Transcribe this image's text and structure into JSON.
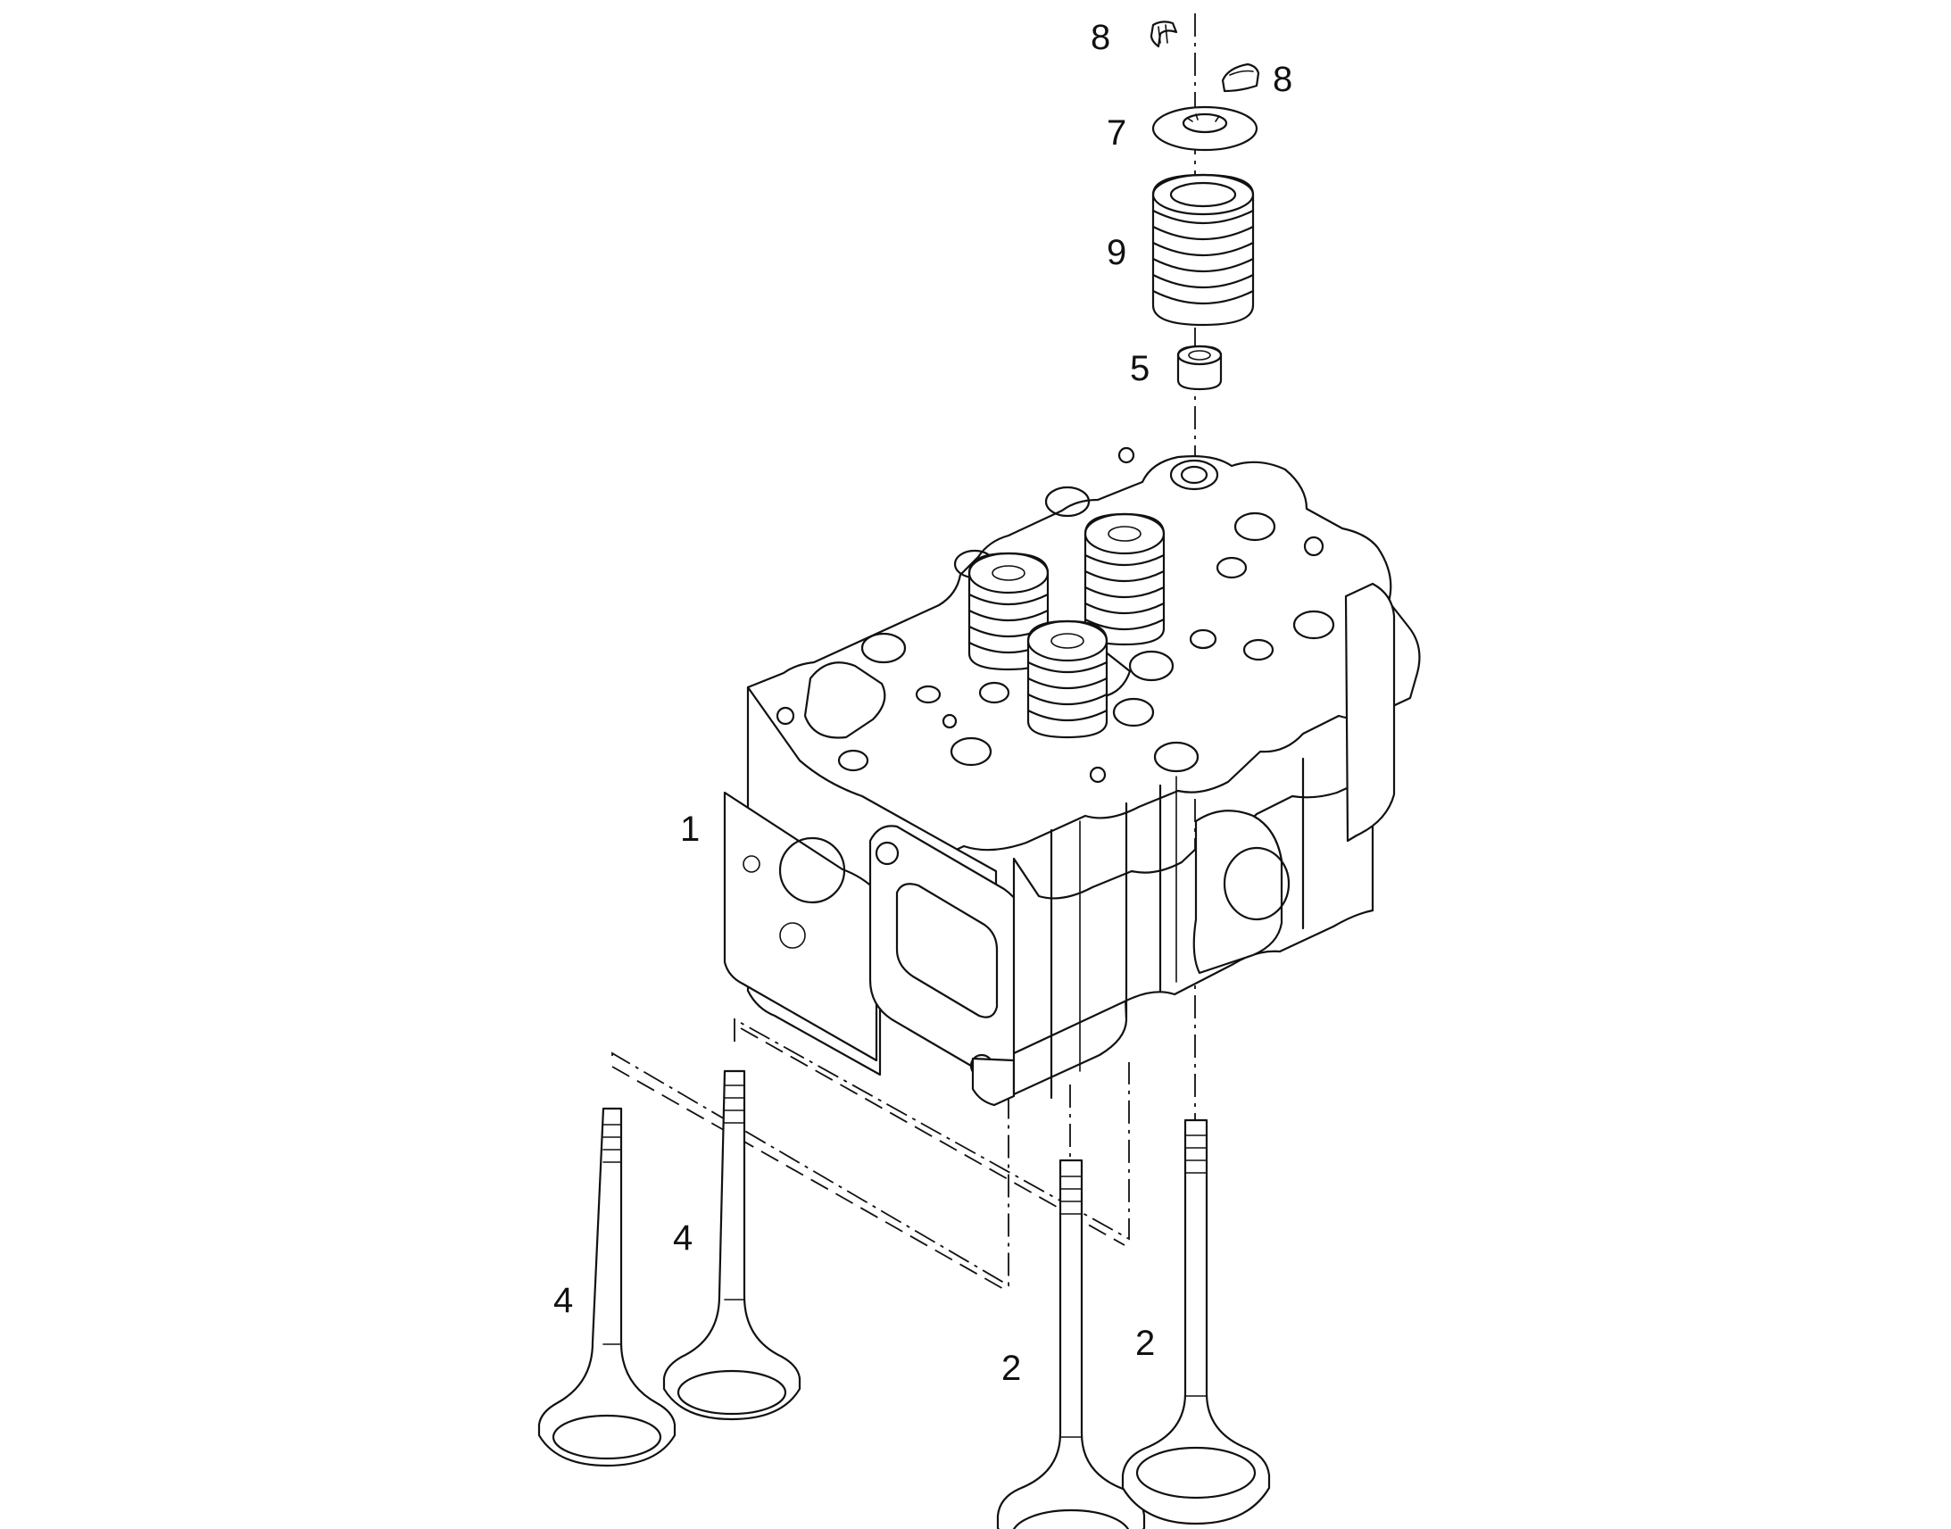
{
  "callouts": {
    "retainer_upper": "8",
    "retainer_lower": "8",
    "spring_seat": "7",
    "valve_spring": "9",
    "stem_seal": "5",
    "cylinder_head": "1",
    "exhaust_valve_a": "4",
    "exhaust_valve_b": "4",
    "intake_valve_a": "2",
    "intake_valve_b": "2"
  }
}
